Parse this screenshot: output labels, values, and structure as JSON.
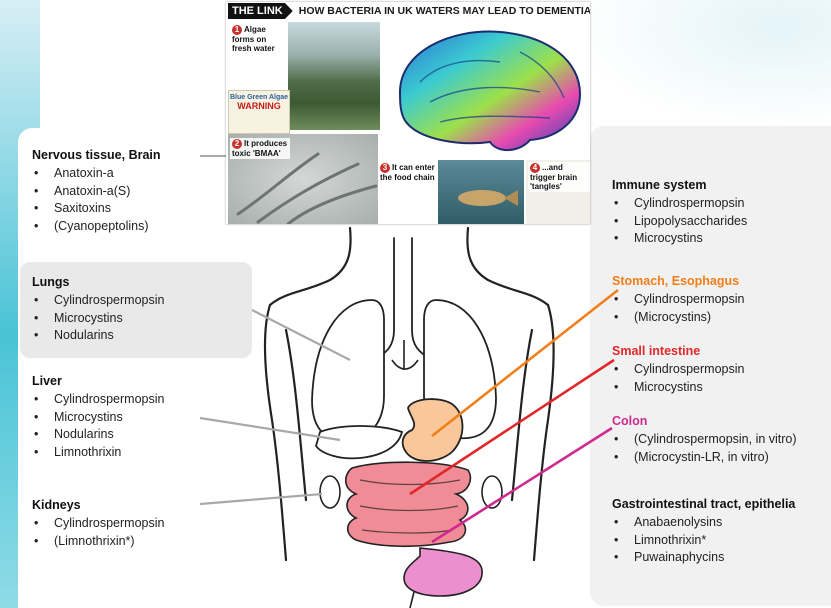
{
  "inset": {
    "badge": "THE LINK",
    "headline": "HOW BACTERIA IN UK WATERS MAY LEAD TO DEMENTIA",
    "steps": [
      {
        "num": "1",
        "title": "Algae forms on fresh water"
      },
      {
        "num": "2",
        "title": "It produces toxic 'BMAA'"
      },
      {
        "num": "3",
        "title": "It can enter the food chain"
      },
      {
        "num": "4",
        "title": "...and trigger brain 'tangles'"
      }
    ],
    "warning_line1": "Blue Green Algae",
    "warning_line2": "WARNING"
  },
  "left": {
    "brain": {
      "title": "Nervous tissue, Brain",
      "items": [
        "Anatoxin-a",
        "Anatoxin-a(S)",
        "Saxitoxins",
        "(Cyanopeptolins)"
      ]
    },
    "lungs": {
      "title": "Lungs",
      "items": [
        "Cylindrospermopsin",
        "Microcystins",
        "Nodularins"
      ]
    },
    "liver": {
      "title": "Liver",
      "items": [
        "Cylindrospermopsin",
        "Microcystins",
        "Nodularins",
        "Limnothrixin"
      ]
    },
    "kidneys": {
      "title": "Kidneys",
      "items": [
        "Cylindrospermopsin",
        "(Limnothrixin*)"
      ]
    }
  },
  "right": {
    "immune": {
      "title": "Immune system",
      "items": [
        "Cylindrospermopsin",
        "Lipopolysaccharides",
        "Microcystins"
      ]
    },
    "stomach": {
      "title": "Stomach, Esophagus",
      "items": [
        "Cylindrospermopsin",
        "(Microcystins)"
      ]
    },
    "intestine": {
      "title": "Small intestine",
      "items": [
        "Cylindrospermopsin",
        "Microcystins"
      ]
    },
    "colon": {
      "title": "Colon",
      "items": [
        "(Cylindrospermopsin, in vitro)",
        "(Microcystin-LR, in vitro)"
      ]
    },
    "gi": {
      "title": "Gastrointestinal tract, epithelia",
      "items": [
        "Anabaenolysins",
        "Limnothrixin*",
        "Puwainaphycins"
      ]
    }
  },
  "colors": {
    "stomach": "#f07f1a",
    "intestine": "#e0282a",
    "colon": "#cf2a8e",
    "connector": "#a9a9a9"
  }
}
